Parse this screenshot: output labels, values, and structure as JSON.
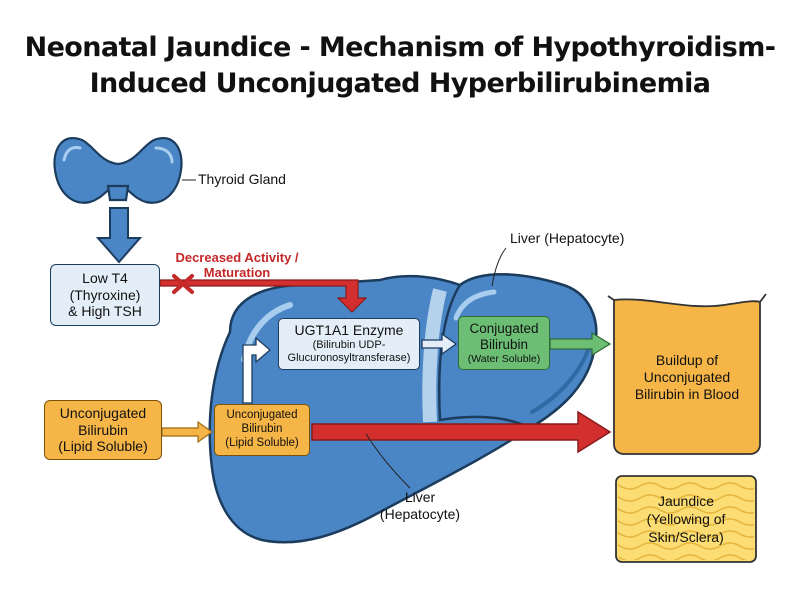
{
  "title": {
    "line1": "Neonatal Jaundice - Mechanism of Hypothyroidism-",
    "line2": "Induced Unconjugated Hyperbilirubinemia"
  },
  "labels": {
    "thyroid_gland": "Thyroid Gland",
    "liver_top": "Liver (Hepatocyte)",
    "liver_bottom_line1": "Liver",
    "liver_bottom_line2": "(Hepatocyte)",
    "decreased_line1": "Decreased Activity /",
    "decreased_line2": "Maturation"
  },
  "boxes": {
    "low_t4": [
      "Low T4",
      "(Thyroxine)",
      "& High TSH"
    ],
    "unconj_outside": [
      "Unconjugated",
      "Bilirubin",
      "(Lipid Soluble)"
    ],
    "unconj_inside": [
      "Unconjugated",
      "Bilirubin",
      "(Lipid Soluble)"
    ],
    "ugt1a1": [
      "UGT1A1 Enzyme",
      "(Bilirubin UDP-",
      "Glucuronosyltransferase)"
    ],
    "conjugated": [
      "Conjugated",
      "Bilirubin",
      "(Water Soluble)"
    ],
    "buildup": [
      "Buildup of",
      "Unconjugated",
      "Bilirubin in Blood"
    ],
    "jaundice": [
      "Jaundice",
      "(Yellowing of",
      "Skin/Sclera)"
    ]
  },
  "colors": {
    "liver_blue": "#4a86c5",
    "thyroid_blue": "#4a86c5",
    "pale_blue_box": "#e3eef8",
    "orange_box": "#f6b547",
    "green_box": "#6dbe75",
    "red_arrow": "#d32f2f",
    "yellow_box": "#fbdd73",
    "light_lobe": "#c8dff2"
  }
}
